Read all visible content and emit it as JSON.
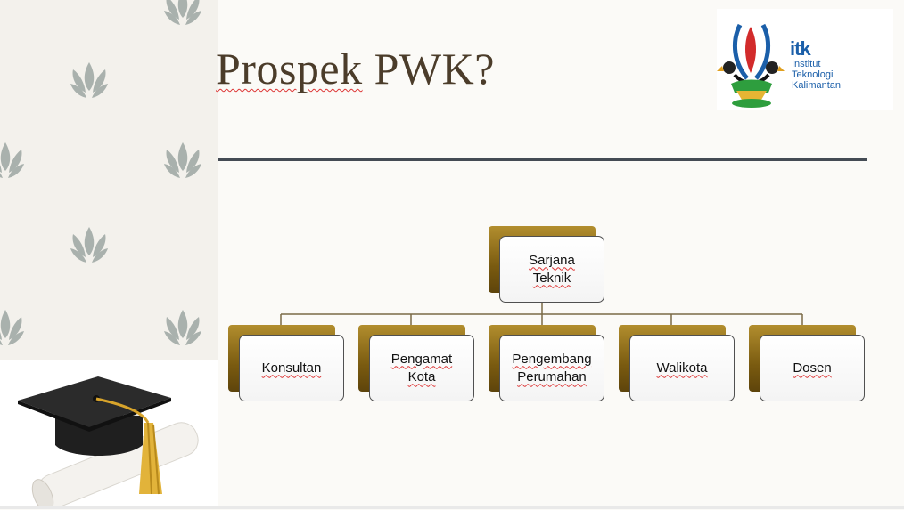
{
  "slide": {
    "title": "Prospek PWK?"
  },
  "logo": {
    "mark": "itk",
    "lines": [
      "Institut",
      "Teknologi",
      "Kalimantan"
    ]
  },
  "org_chart": {
    "root": "Sarjana\nTeknik",
    "children": [
      "Konsultan",
      "Pengamat\nKota",
      "Pengembang\nPerumahan",
      "Walikota",
      "Dosen"
    ]
  },
  "colors": {
    "title": "#4b3c2a",
    "node_back": "#8a6a18",
    "divider": "#444b54",
    "leaf": "#a9b1ad",
    "logo_blue": "#1b5fa9"
  },
  "icons": {
    "decor": "leaf-sprig-icon",
    "image": "graduation-cap-diploma-icon"
  }
}
